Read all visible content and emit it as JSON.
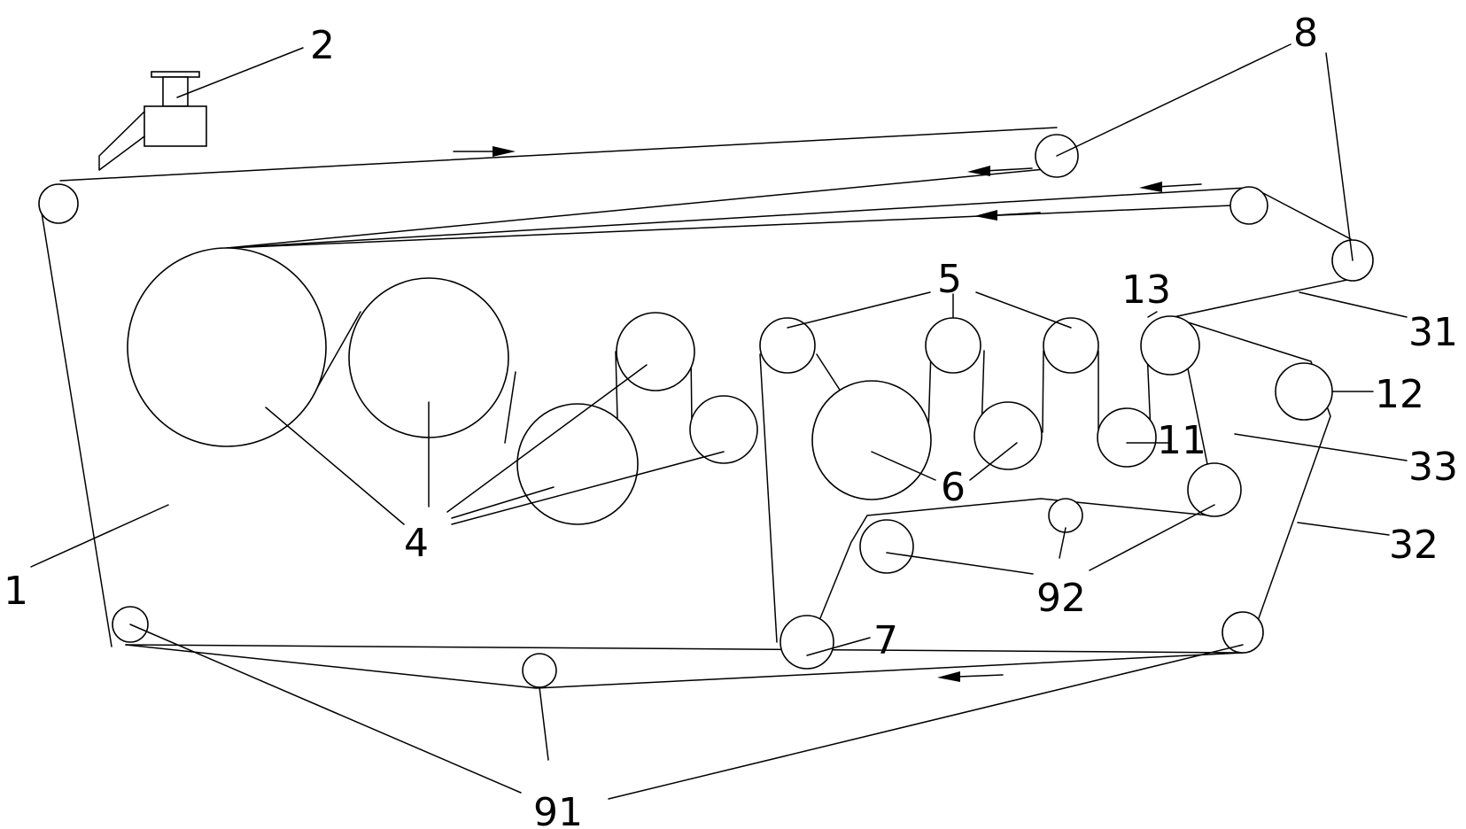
{
  "diagram": {
    "labels": {
      "l1": "1",
      "l2": "2",
      "l4": "4",
      "l5": "5",
      "l6": "6",
      "l7": "7",
      "l8": "8",
      "l11": "11",
      "l12": "12",
      "l13": "13",
      "l31": "31",
      "l32": "32",
      "l33": "33",
      "l91": "91",
      "l92": "92"
    },
    "stroke_color": "#000000",
    "background_color": "#ffffff"
  }
}
